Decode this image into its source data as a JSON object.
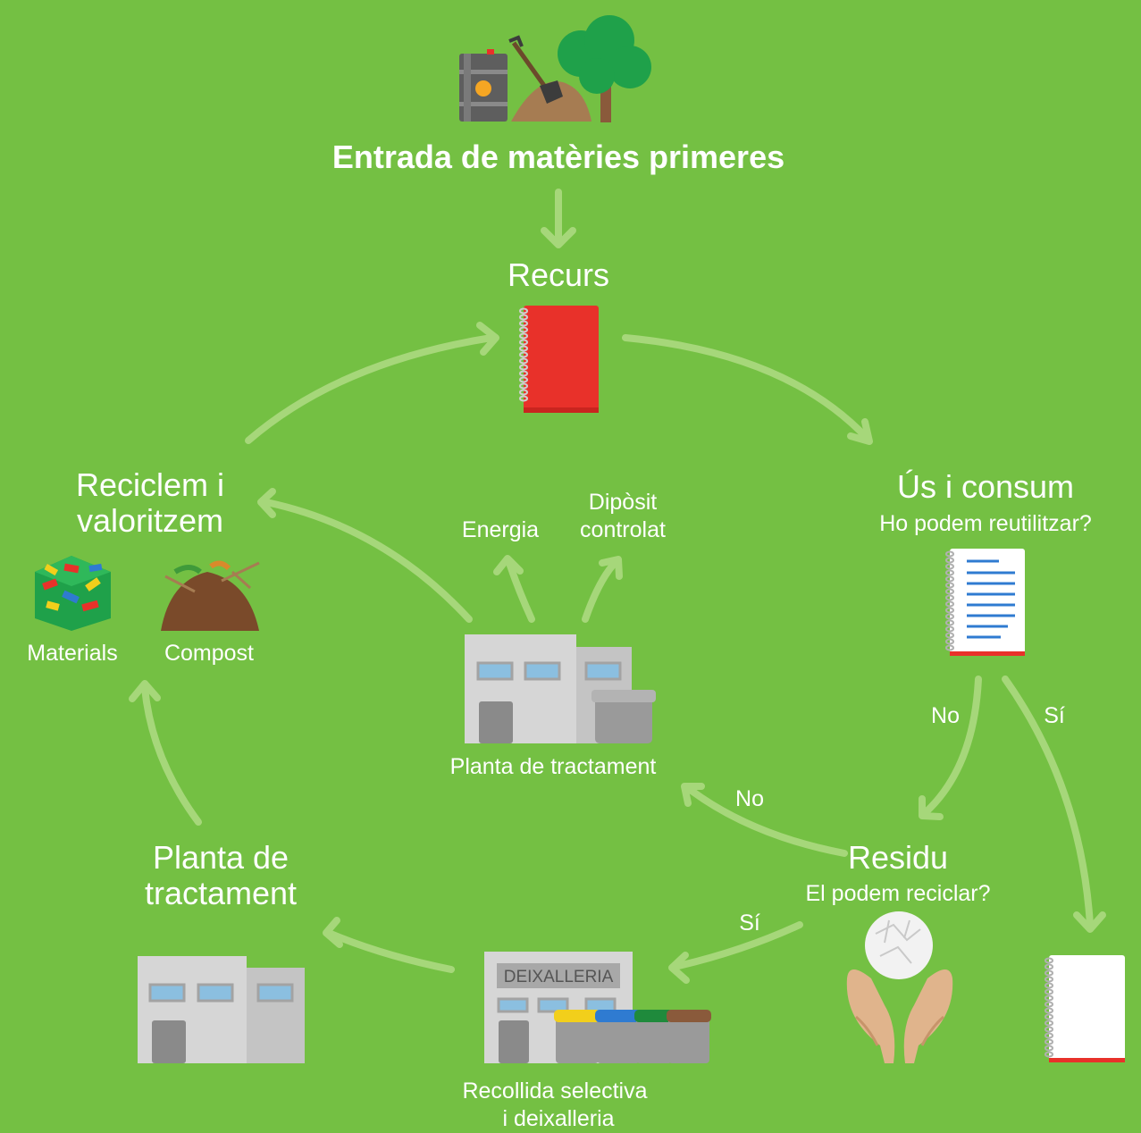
{
  "nodes": {
    "raw_materials": {
      "title": "Entrada de matèries primeres"
    },
    "resource": {
      "title": "Recurs"
    },
    "use": {
      "title": "Ús i consum",
      "question": "Ho podem reutilitzar?"
    },
    "waste": {
      "title": "Residu",
      "question": "El podem reciclar?"
    },
    "recycle": {
      "title_line1": "Reciclem i",
      "title_line2": "valoritzem",
      "materials": "Materials",
      "compost": "Compost"
    },
    "plant": {
      "title_line1": "Planta de",
      "title_line2": "tractament"
    },
    "collection": {
      "line1": "Recollida selectiva",
      "line2": "i deixalleria",
      "sign": "DEIXALLERIA"
    },
    "treatment_center": {
      "label": "Planta de tractament",
      "energy": "Energia",
      "landfill_line1": "Dipòsit",
      "landfill_line2": "controlat"
    }
  },
  "edges": {
    "no_reuse": "No",
    "yes_reuse": "Sí",
    "no_recycle": "No",
    "yes_recycle": "Sí"
  },
  "colors": {
    "background": "#74c043",
    "arrow": "#a6d77a",
    "notebook_red": "#e8312a",
    "building": "#d4d4d4"
  }
}
